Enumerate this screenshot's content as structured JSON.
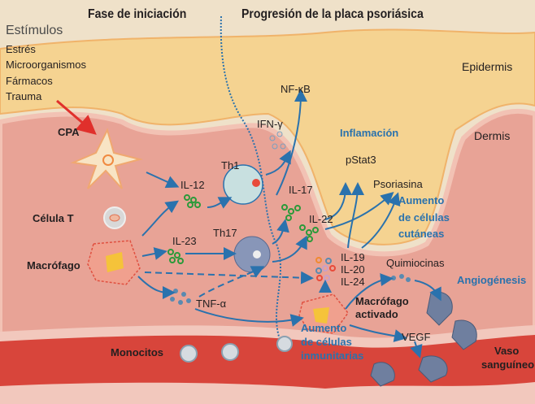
{
  "headers": {
    "initiation": "Fase de iniciación",
    "progression": "Progresión de la placa psoriásica"
  },
  "stimuli": {
    "title": "Estímulos",
    "items": [
      "Estrés",
      "Microorganismos",
      "Fármacos",
      "Trauma"
    ]
  },
  "layers": {
    "epidermis": "Epidermis",
    "dermis": "Dermis",
    "vessel": [
      "Vaso",
      "sanguíneo"
    ]
  },
  "cells": {
    "cpa": "CPA",
    "t_cell": "Célula T",
    "macrophage": "Macrófago",
    "th1": "Th1",
    "th17": "Th17",
    "activated_macrophage": [
      "Macrófago",
      "activado"
    ],
    "monocytes": "Monocitos"
  },
  "mediators": {
    "il12": "IL-12",
    "il23": "IL-23",
    "tnf": "TNF-α",
    "ifn": "IFN-γ",
    "nfkb": "NF-κB",
    "il17": "IL-17",
    "il22": "IL-22",
    "il19": "IL-19",
    "il20": "IL-20",
    "il24": "IL-24",
    "pstat3": "pStat3",
    "psoriasin": "Psoriasina",
    "chemokines": "Quimiocinas",
    "vegf": "VEGF"
  },
  "effects": {
    "inflammation": "Inflamación",
    "skin_cells": [
      "Aumento",
      "de células",
      "cutáneas"
    ],
    "angiogenesis": "Angiogénesis",
    "immune_cells": [
      "Aumento",
      "de células",
      "inmunitarias"
    ]
  },
  "colors": {
    "background": "#efe1c9",
    "epidermis": "#f5d391",
    "dermis": "#e8a396",
    "vessel": "#d8453b",
    "arrow": "#2a72ad",
    "stimulus_arrow": "#e0302c"
  }
}
